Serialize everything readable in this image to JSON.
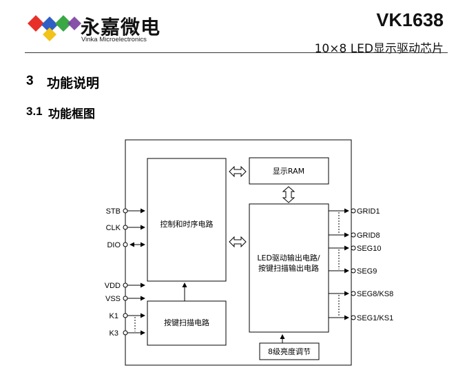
{
  "header": {
    "company_name": "永嘉微电",
    "company_name_en": "Vinka Microelectronics",
    "doc_title": "VK1638",
    "doc_subtitle": "10×8 LED显示驱动芯片"
  },
  "section": {
    "number": "3",
    "title": "功能说明"
  },
  "subsection": {
    "number": "3.1",
    "title": "功能框图"
  },
  "diagram": {
    "blocks": {
      "control": "控制和时序电路",
      "display_ram": "显示RAM",
      "led_driver_line1": "LED驱动输出电路/",
      "led_driver_line2": "按键扫描输出电路",
      "key_scan": "按键扫描电路",
      "brightness": "8级亮度调节"
    },
    "left_pins": [
      "STB",
      "CLK",
      "DIO",
      "VDD",
      "VSS",
      "K1",
      "K3"
    ],
    "right_pins": [
      "GRID1",
      "GRID8",
      "SEG10",
      "SEG9",
      "SEG8/KS8",
      "SEG1/KS1"
    ]
  },
  "colors": {
    "logo_red": "#e8302a",
    "logo_blue": "#2f5fc4",
    "logo_green": "#3aa845",
    "logo_yellow": "#f2c318"
  }
}
